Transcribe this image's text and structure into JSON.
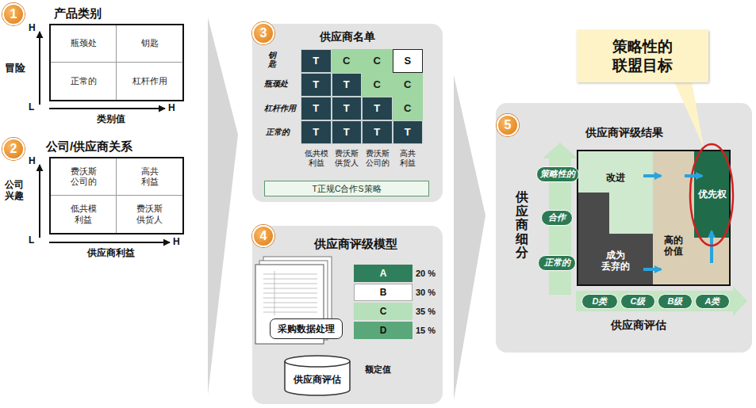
{
  "diagram": {
    "nodes": [
      {
        "text": [
          "1"
        ]
      },
      {
        "text": [
          "产品类别"
        ]
      },
      {
        "text": [
          "瓶颈处"
        ],
        "in": 1
      },
      {
        "text": [
          "钥匙"
        ],
        "in": 1
      },
      {
        "text": [
          "正常的"
        ],
        "in": 1
      },
      {
        "text": [
          "杠杆作用"
        ],
        "in": 1
      },
      {
        "text": [
          "2"
        ]
      },
      {
        "text": [
          "公司/供应商关系"
        ]
      },
      {
        "text": [
          "费沃斯 公司的"
        ],
        "in": 7
      },
      {
        "text": [
          "高共 利益"
        ],
        "in": 7
      },
      {
        "text": [
          "低共模 利益"
        ],
        "in": 7
      },
      {
        "text": [
          "费沃斯 供货人"
        ],
        "in": 7
      },
      {
        "text": [
          "供应商名单"
        ]
      },
      {
        "text": [
          "3"
        ],
        "in": 12
      },
      {
        "text": [
          "T"
        ],
        "in": 12
      },
      {
        "text": [
          "C"
        ],
        "in": 12
      },
      {
        "text": [
          "C"
        ],
        "in": 12
      },
      {
        "text": [
          "S"
        ],
        "in": 12
      },
      {
        "text": [
          "T"
        ],
        "in": 12
      },
      {
        "text": [
          "T"
        ],
        "in": 12
      },
      {
        "text": [
          "C"
        ],
        "in": 12
      },
      {
        "text": [
          "C"
        ],
        "in": 12
      },
      {
        "text": [
          "T"
        ],
        "in": 12
      },
      {
        "text": [
          "T"
        ],
        "in": 12
      },
      {
        "text": [
          "T"
        ],
        "in": 12
      },
      {
        "text": [
          "C"
        ],
        "in": 12
      },
      {
        "text": [
          "T"
        ],
        "in": 12
      },
      {
        "text": [
          "T"
        ],
        "in": 12
      },
      {
        "text": [
          "T"
        ],
        "in": 12
      },
      {
        "text": [
          "T"
        ],
        "in": 12
      },
      {
        "text": [
          "T正规C合作S策略"
        ],
        "in": 12
      },
      {
        "text": [
          "供应商评级模型"
        ]
      },
      {
        "text": [
          "4"
        ],
        "in": 31
      },
      {
        "text": [
          "采购数据处理"
        ],
        "in": 31
      },
      {
        "text": [
          "供应商评估"
        ],
        "in": 31
      },
      {
        "text": [
          "A"
        ],
        "in": 31
      },
      {
        "text": [
          "B"
        ],
        "in": 31
      },
      {
        "text": [
          "C"
        ],
        "in": 31
      },
      {
        "text": [
          "D"
        ],
        "in": 31
      },
      {
        "text": [
          "供应商评级结果"
        ]
      },
      {
        "text": [
          "5"
        ],
        "in": 39
      },
      {
        "text": [
          "策略性的"
        ],
        "in": 39
      },
      {
        "text": [
          "合作"
        ],
        "in": 39
      },
      {
        "text": [
          "正常的"
        ],
        "in": 39
      },
      {
        "text": [
          "改进"
        ],
        "in": 39
      },
      {
        "text": [
          "成为 丢弃的"
        ],
        "in": 39
      },
      {
        "text": [
          "高的 价值"
        ],
        "in": 39
      },
      {
        "text": [
          "优先权"
        ],
        "in": 39
      },
      {
        "text": [
          "D类"
        ],
        "in": 39
      },
      {
        "text": [
          "C级"
        ],
        "in": 39
      },
      {
        "text": [
          "B级"
        ],
        "in": 39
      },
      {
        "text": [
          "A类"
        ],
        "in": 39
      },
      {
        "text": [
          "策略性的 联盟目标"
        ]
      }
    ],
    "edges": [
      {
        "from": 44,
        "to": 46,
        "arrow": "to"
      },
      {
        "from": 46,
        "to": 47,
        "arrow": "to"
      },
      {
        "from": 45,
        "to": 46,
        "arrow": "to"
      }
    ],
    "labels": [
      "H",
      "冒险",
      "L",
      "H",
      "类别值",
      "H",
      "公司 兴趣",
      "L",
      "H",
      "供应商利益",
      "钥匙",
      "瓶颈处",
      "杠杆作用",
      "正常的",
      "低共模 利益",
      "费沃斯 供货人",
      "费沃斯 公司的",
      "高共 利益",
      "额定值",
      "20 %",
      "30 %",
      "35 %",
      "15 %",
      "供应商细分",
      "供应商评估"
    ]
  }
}
